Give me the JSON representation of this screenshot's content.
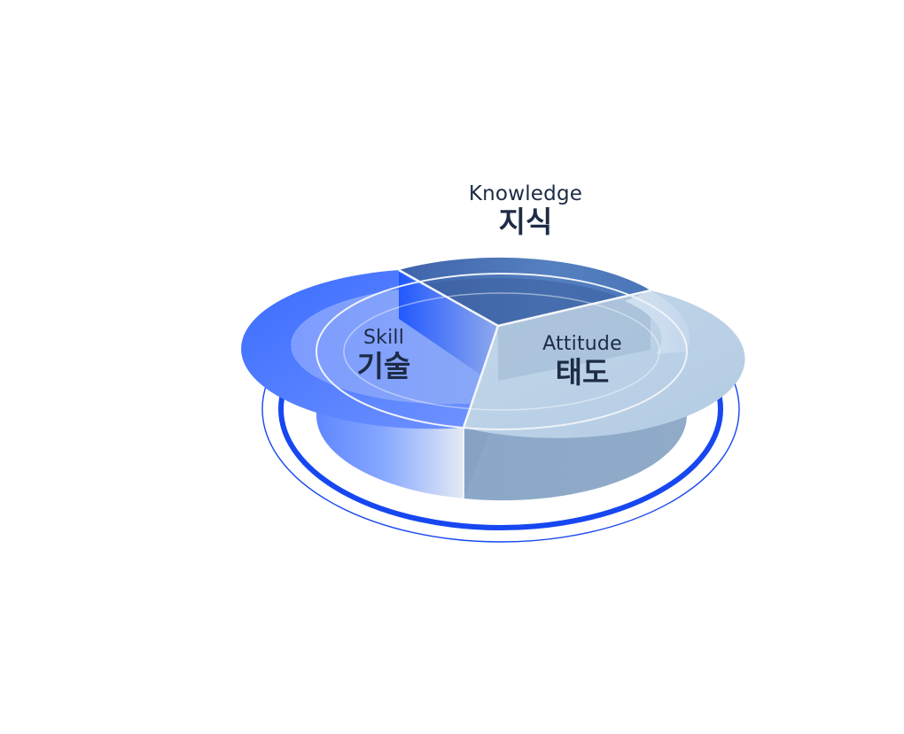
{
  "diagram": {
    "segments": [
      {
        "key": "knowledge",
        "label_en": "Knowledge",
        "label_ko": "지식"
      },
      {
        "key": "skill",
        "label_en": "Skill",
        "label_ko": "기술"
      },
      {
        "key": "attitude",
        "label_en": "Attitude",
        "label_ko": "태도"
      }
    ]
  },
  "colors": {
    "knowledge": "#4e73b8",
    "skill": "#3a6cff",
    "attitude": "#b9d2ea",
    "attitude_side": "#8eaac7",
    "ring": "#1747f0",
    "text": "#1d2b45"
  }
}
